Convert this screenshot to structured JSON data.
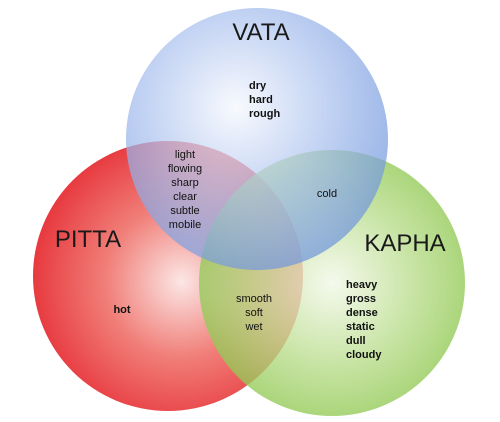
{
  "diagram": {
    "type": "venn",
    "sets": {
      "vata": {
        "label": "VATA",
        "color": "#7a9fe0",
        "traits": [
          "dry",
          "hard",
          "rough"
        ]
      },
      "pitta": {
        "label": "PITTA",
        "color": "#e8262c",
        "traits": [
          "hot"
        ]
      },
      "kapha": {
        "label": "KAPHA",
        "color": "#86c53e",
        "traits": [
          "heavy",
          "gross",
          "dense",
          "static",
          "dull",
          "cloudy"
        ]
      }
    },
    "overlaps": {
      "vata_pitta": [
        "light",
        "flowing",
        "sharp",
        "clear",
        "subtle",
        "mobile"
      ],
      "vata_kapha": [
        "cold"
      ],
      "pitta_kapha": [
        "smooth",
        "soft",
        "wet"
      ]
    }
  }
}
